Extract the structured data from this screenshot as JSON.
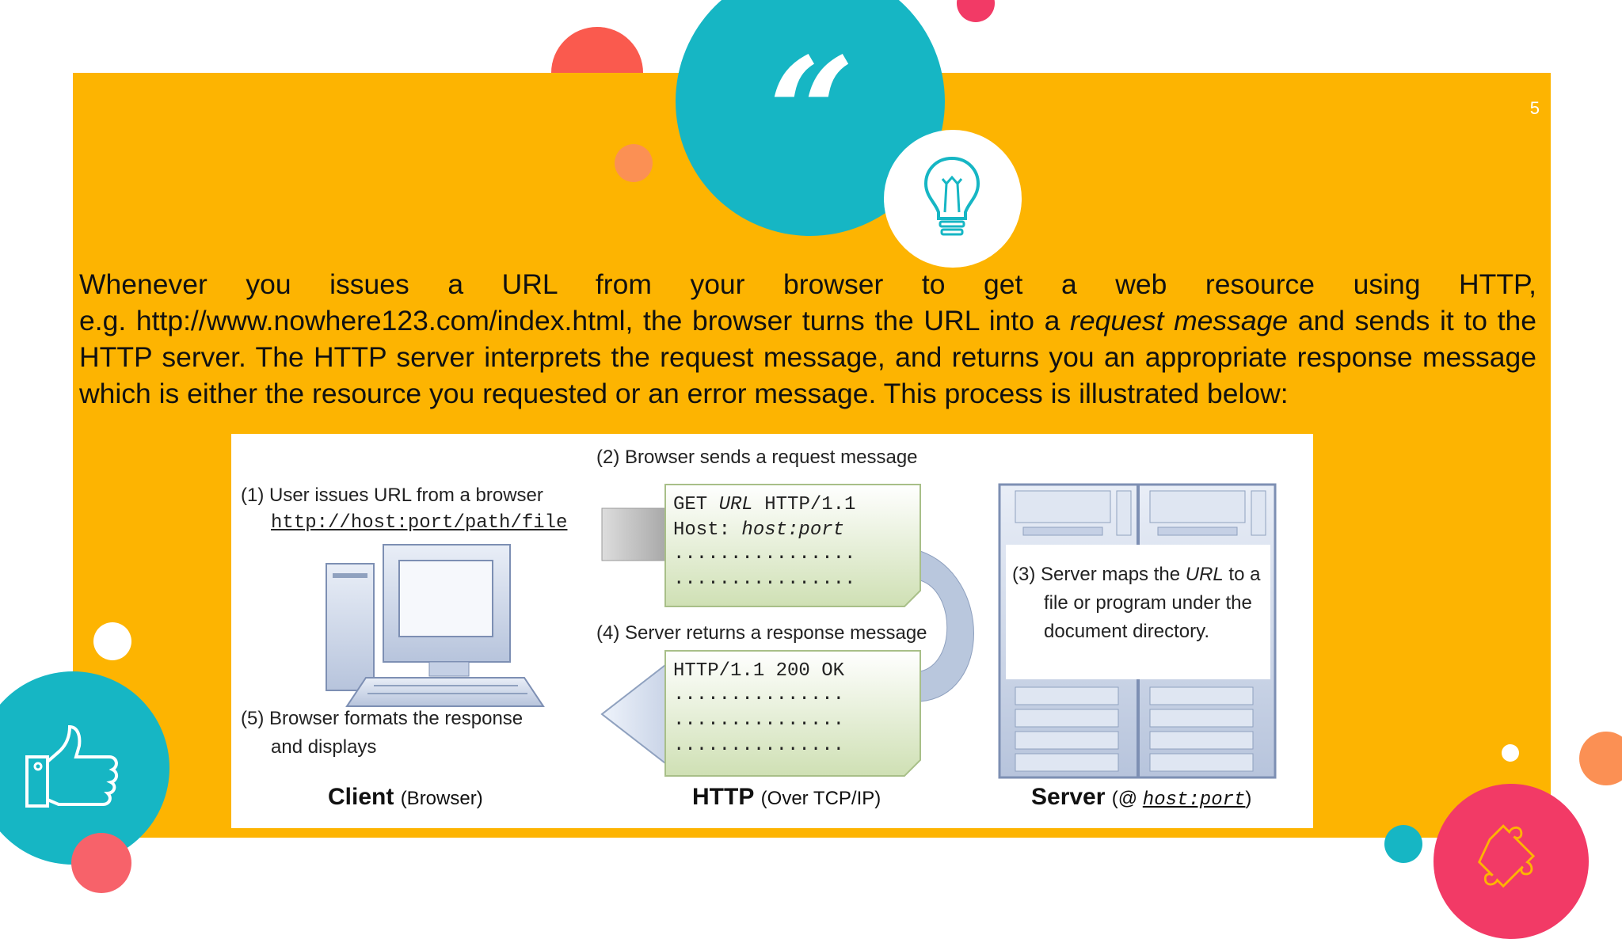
{
  "slide": {
    "page_number": "5",
    "accent_colors": {
      "orange_panel": "#FDB401",
      "teal": "#16B6C4",
      "coral": "#FA5A4E",
      "pink": "#F23A66",
      "light_orange": "#FB9054"
    },
    "icons": [
      "quote-mark-icon",
      "light-bulb-icon",
      "thumbs-up-icon",
      "puzzle-icon"
    ],
    "quote_mark": "“"
  },
  "body": {
    "paragraph_line1": "Whenever you issues a URL from your browser to get a web resource using HTTP,",
    "paragraph_pre": "e.g. http://www.nowhere123.com/index.html, the browser turns the URL into a ",
    "paragraph_em": "request message",
    "paragraph_post": " and sends it to the HTTP server. The HTTP server interprets the request message, and returns you an appropriate response message which is either the resource you requested or an error message. This process is illustrated below:"
  },
  "figure": {
    "step1_line1": "(1) User issues URL from a browser",
    "step1_url": "http://host:port/path/file",
    "step2": "(2) Browser sends a request message",
    "request_line1_a": "GET ",
    "request_line1_b": "URL",
    "request_line1_c": " HTTP/1.1",
    "request_line2_a": "Host: ",
    "request_line2_b": "host:port",
    "dots": "................",
    "dots_short": "...............",
    "step3_line1_a": "(3) Server maps the ",
    "step3_line1_b": "URL",
    "step3_line1_c": " to a",
    "step3_line2": "file or program under the",
    "step3_line3": "document directory.",
    "step4": "(4) Server returns a response message",
    "response_line1": "HTTP/1.1 200 OK",
    "step5_line1": "(5) Browser formats the response",
    "step5_line2": "and displays",
    "client_title": "Client",
    "client_sub": "(Browser)",
    "http_title": "HTTP",
    "http_sub": "(Over TCP/IP)",
    "server_title": "Server",
    "server_sub_a": "(@ ",
    "server_sub_b": "host:port",
    "server_sub_c": ")"
  }
}
